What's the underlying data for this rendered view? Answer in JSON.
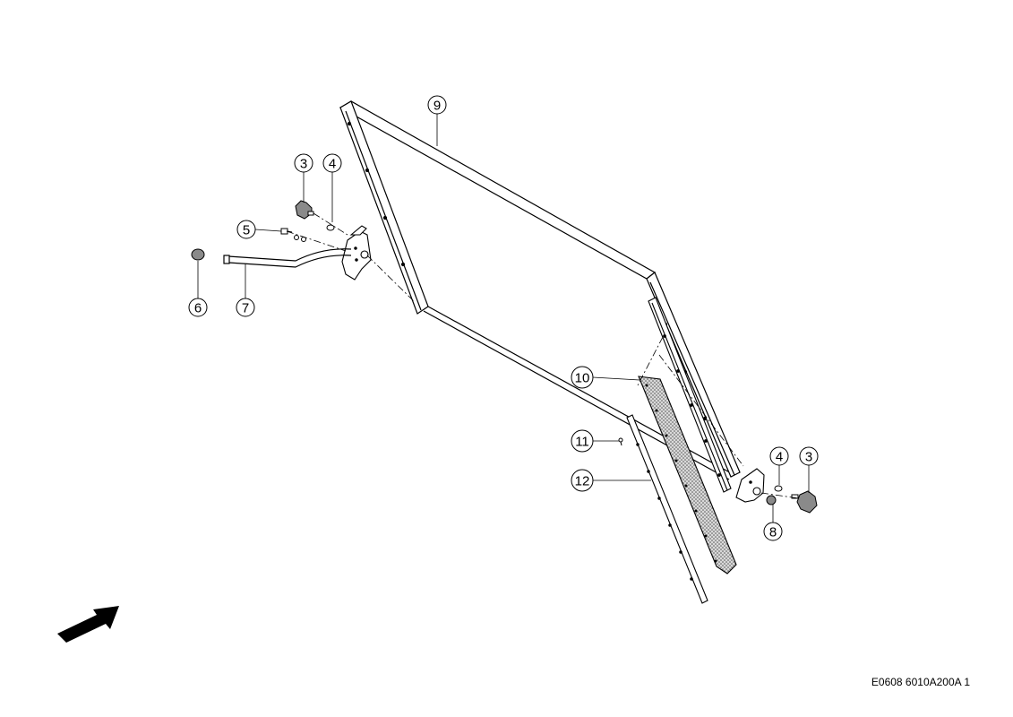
{
  "figure": {
    "reference_code": "E0608 6010A200A 1",
    "callouts": [
      {
        "id": "c9",
        "label": "9"
      },
      {
        "id": "c3a",
        "label": "3"
      },
      {
        "id": "c4a",
        "label": "4"
      },
      {
        "id": "c5",
        "label": "5"
      },
      {
        "id": "c6",
        "label": "6"
      },
      {
        "id": "c7",
        "label": "7"
      },
      {
        "id": "c10",
        "label": "10"
      },
      {
        "id": "c11",
        "label": "11"
      },
      {
        "id": "c12",
        "label": "12"
      },
      {
        "id": "c4b",
        "label": "4"
      },
      {
        "id": "c3b",
        "label": "3"
      },
      {
        "id": "c8",
        "label": "8"
      }
    ]
  },
  "colors": {
    "line": "#000000",
    "part_fill": "#8a8a8a",
    "flap_fill": "#bdbdbd"
  }
}
